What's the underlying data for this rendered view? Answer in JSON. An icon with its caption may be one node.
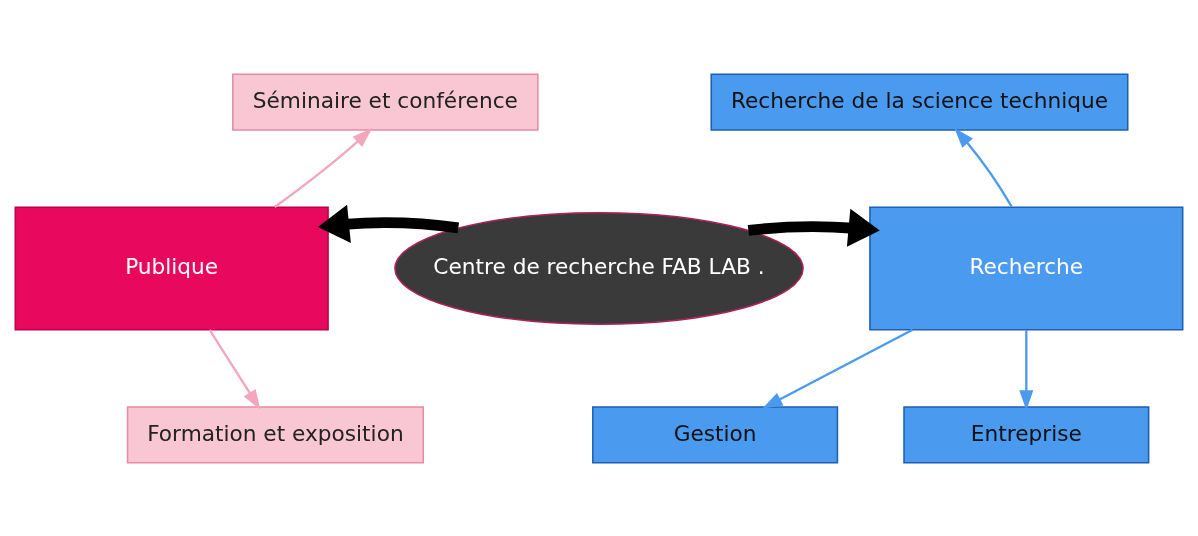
{
  "diagram": {
    "nodes": [
      {
        "text": [
          "Séminaire et conférence"
        ]
      },
      {
        "text": [
          "Publique"
        ]
      },
      {
        "text": [
          "Centre de recherche FAB LAB ."
        ]
      },
      {
        "text": [
          "Formation et exposition"
        ]
      },
      {
        "text": [
          "Recherche de la science technique"
        ]
      },
      {
        "text": [
          "Recherche"
        ]
      },
      {
        "text": [
          "Gestion"
        ]
      },
      {
        "text": [
          "Entreprise"
        ]
      }
    ],
    "edges": [
      {
        "from": 2,
        "to": 1,
        "arrow": "to",
        "style": "thick",
        "color": "#000000"
      },
      {
        "from": 2,
        "to": 5,
        "arrow": "to",
        "style": "thick",
        "color": "#000000"
      },
      {
        "from": 1,
        "to": 0,
        "arrow": "to",
        "color": "#f4a6bd"
      },
      {
        "from": 1,
        "to": 3,
        "arrow": "to",
        "color": "#f4a6bd"
      },
      {
        "from": 5,
        "to": 4,
        "arrow": "to"
      },
      {
        "from": 5,
        "to": 6,
        "arrow": "to"
      },
      {
        "from": 5,
        "to": 7,
        "arrow": "to"
      }
    ]
  }
}
